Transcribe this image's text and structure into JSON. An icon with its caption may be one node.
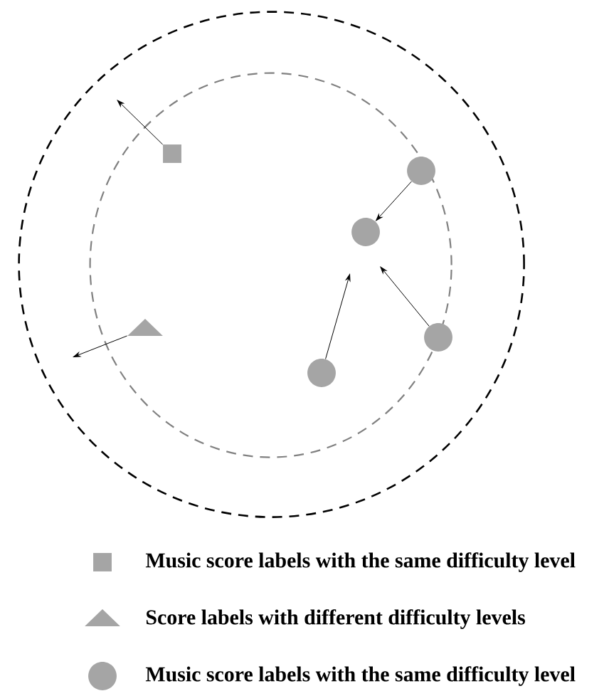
{
  "diagram": {
    "nodes": [
      {
        "text": [],
        "shape": "box"
      },
      {
        "text": [],
        "shape": "circle"
      },
      {
        "text": [],
        "shape": "circle"
      },
      {
        "text": [],
        "shape": "triangle"
      },
      {
        "text": [],
        "shape": "circle"
      },
      {
        "text": [],
        "shape": "circle"
      }
    ],
    "edges": [
      {
        "from": 0,
        "to": null,
        "arrow": "to"
      },
      {
        "from": 1,
        "to": 2,
        "arrow": "to"
      },
      {
        "from": 3,
        "to": null,
        "arrow": "to"
      },
      {
        "from": 4,
        "to": null,
        "arrow": "to"
      },
      {
        "from": 5,
        "to": null,
        "arrow": "to"
      }
    ],
    "legend": [
      {
        "text": "Music score labels with the same difficulty level"
      },
      {
        "text": "Score labels with different difficulty levels"
      },
      {
        "text": "Music score labels with the same difficulty level"
      }
    ]
  }
}
